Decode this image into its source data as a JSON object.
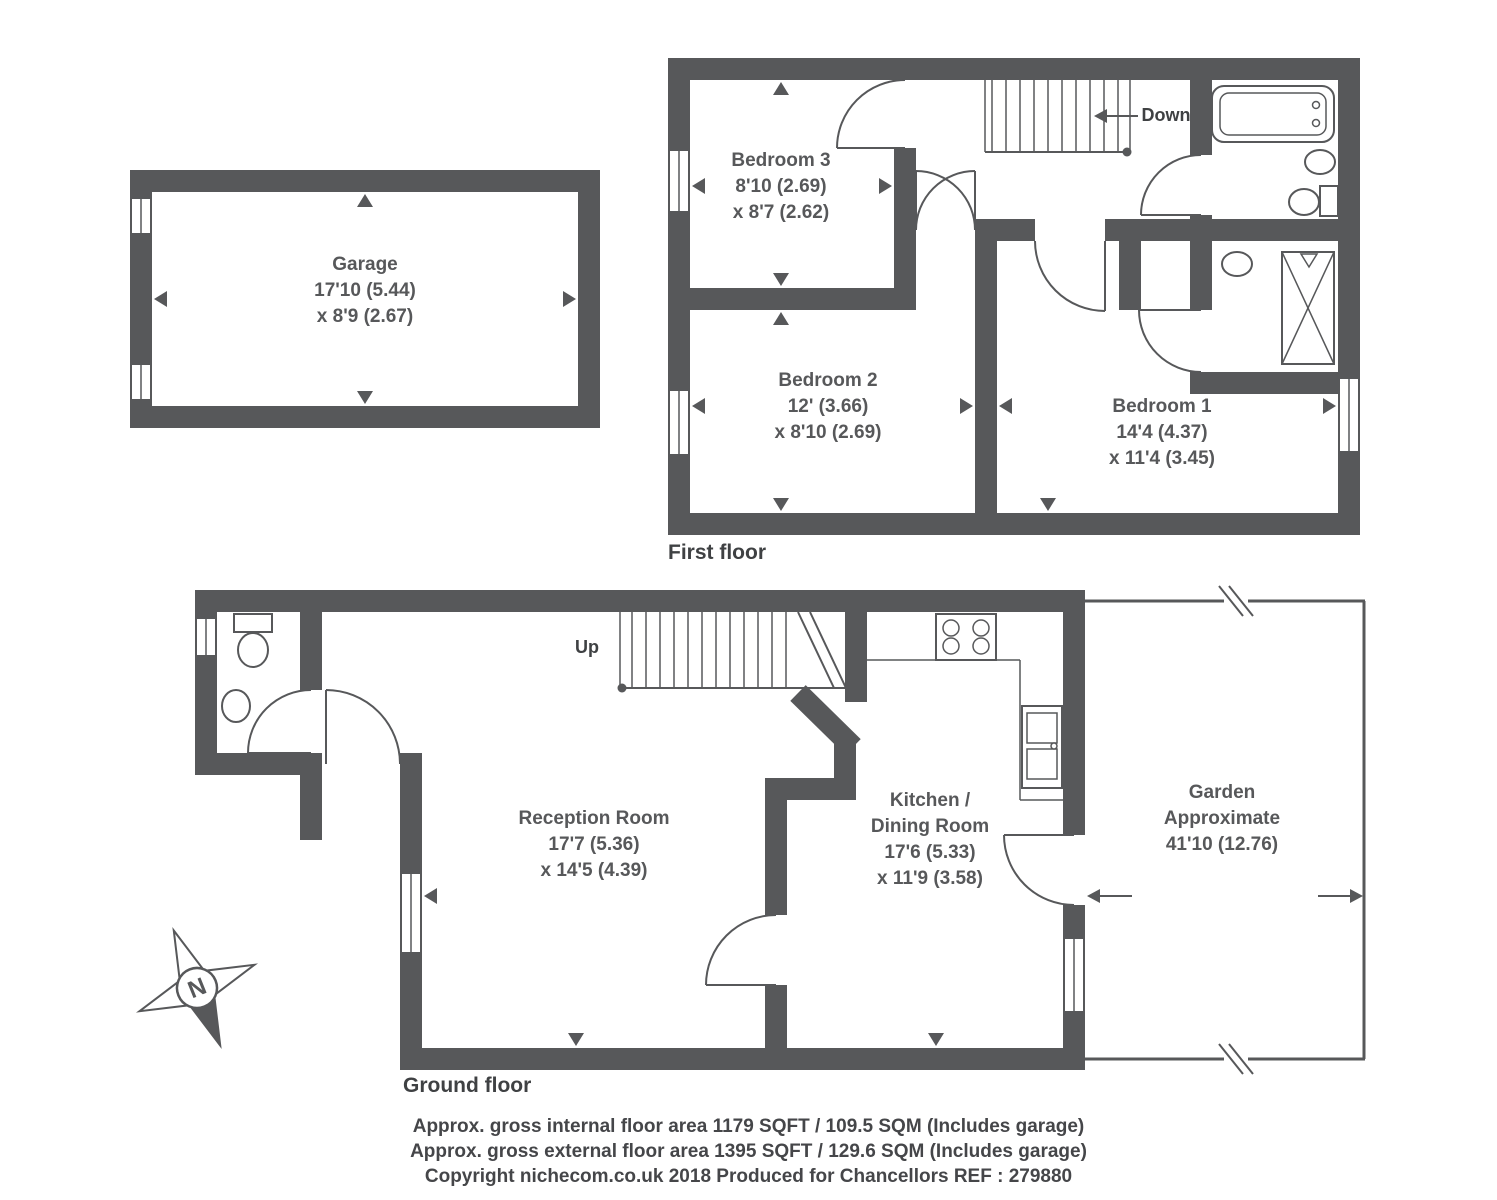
{
  "colors": {
    "wall": "#57585a",
    "room_text": "#57585a",
    "heading_text": "#3f4143",
    "footer_text": "#454649"
  },
  "garage": {
    "name": "Garage",
    "dim1": "17'10 (5.44)",
    "dim2": "x 8'9 (2.67)"
  },
  "first_floor": {
    "label": "First floor",
    "stairs": "Down",
    "bedroom3": {
      "name": "Bedroom 3",
      "dim1": "8'10 (2.69)",
      "dim2": "x 8'7 (2.62)"
    },
    "bedroom2": {
      "name": "Bedroom 2",
      "dim1": "12' (3.66)",
      "dim2": "x 8'10 (2.69)"
    },
    "bedroom1": {
      "name": "Bedroom 1",
      "dim1": "14'4 (4.37)",
      "dim2": "x 11'4 (3.45)"
    }
  },
  "ground_floor": {
    "label": "Ground floor",
    "stairs": "Up",
    "reception": {
      "name": "Reception Room",
      "dim1": "17'7 (5.36)",
      "dim2": "x 14'5 (4.39)"
    },
    "kitchen": {
      "name1": "Kitchen /",
      "name2": "Dining Room",
      "dim1": "17'6 (5.33)",
      "dim2": "x 11'9 (3.58)"
    },
    "garden": {
      "name": "Garden",
      "dim1": "Approximate",
      "dim2": "41'10 (12.76)"
    }
  },
  "compass": {
    "north": "N"
  },
  "footer": {
    "line1": "Approx. gross internal floor area 1179 SQFT / 109.5 SQM (Includes garage)",
    "line2": "Approx. gross external floor area 1395 SQFT / 129.6 SQM (Includes garage)",
    "line3": "Copyright nichecom.co.uk 2018 Produced for Chancellors REF : 279880"
  }
}
